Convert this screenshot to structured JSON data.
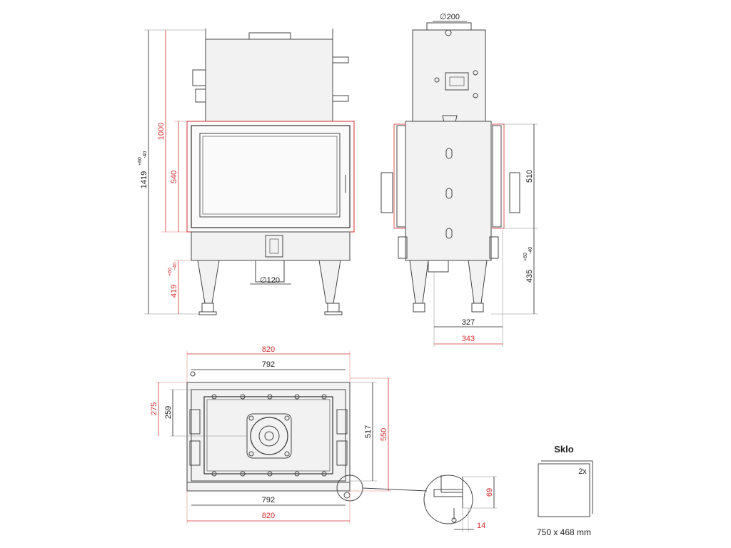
{
  "front_view": {
    "dim_total_height": "1419",
    "dim_total_height_tol_plus": "+60",
    "dim_total_height_tol_minus": "-40",
    "dim_height_1000": "1000",
    "dim_height_540": "540",
    "dim_height_419": "419",
    "dim_height_419_tol_plus": "+60",
    "dim_height_419_tol_minus": "-40",
    "outlet_diameter": "∅120"
  },
  "side_view": {
    "flue_diameter": "∅200",
    "dim_510": "510",
    "dim_435": "435",
    "dim_435_tol_plus": "+60",
    "dim_435_tol_minus": "-40",
    "dim_327": "327",
    "dim_343": "343"
  },
  "top_view": {
    "dim_820_top": "820",
    "dim_792_top": "792",
    "dim_275": "275",
    "dim_259": "259",
    "dim_517": "517",
    "dim_550": "550",
    "dim_792_bottom": "792",
    "dim_820_bottom": "820"
  },
  "detail_view": {
    "dim_69": "69",
    "dim_14": "14"
  },
  "glass_panel": {
    "title": "Sklo",
    "quantity": "2x",
    "size": "750 x 468 mm"
  },
  "colors": {
    "dimension_red": "#d23030",
    "dimension_black": "#222222",
    "line": "#444444"
  }
}
